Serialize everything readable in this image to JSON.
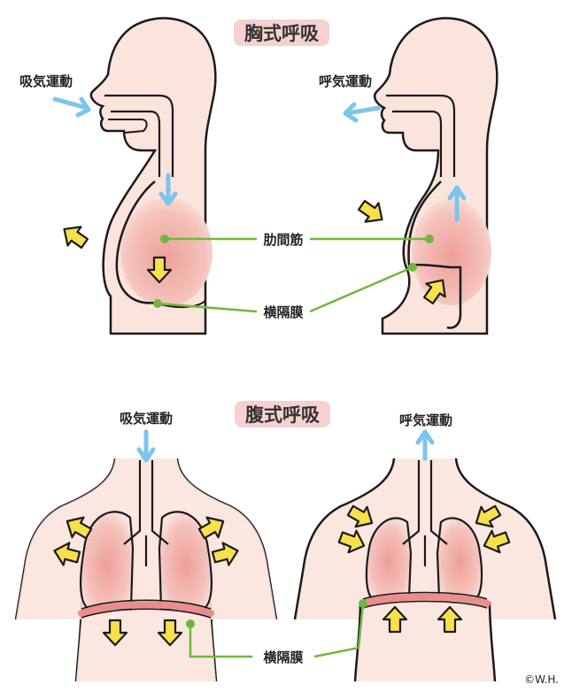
{
  "top": {
    "title": "胸式呼吸",
    "inhale_label": "吸気運動",
    "exhale_label": "呼気運動",
    "intercostal_label": "肋間筋",
    "diaphragm_label": "横隔膜"
  },
  "bottom": {
    "title": "腹式呼吸",
    "inhale_label": "吸気運動",
    "exhale_label": "呼気運動",
    "diaphragm_label": "横隔膜"
  },
  "copyright": "©W.H.",
  "colors": {
    "skin": "#fbe4dc",
    "lung": "#f0b3ab",
    "outline": "#1a1a1a",
    "air_arrow": "#7cc4ec",
    "force_arrow": "#f7e04a",
    "leader_line": "#6fb83f",
    "diaphragm_band": "#ec8d8d",
    "title_bg": "#f7d1cf"
  }
}
